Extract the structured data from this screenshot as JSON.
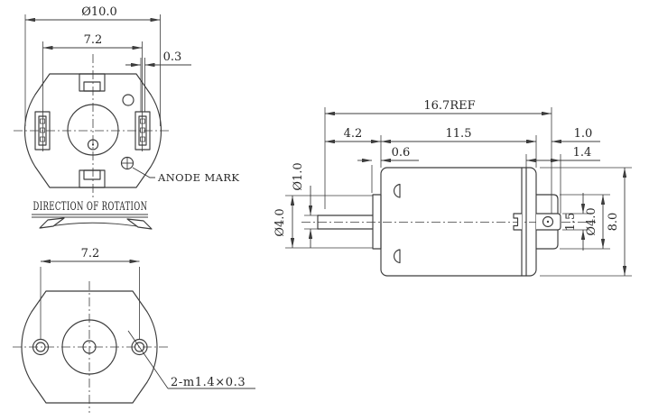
{
  "front_view": {
    "dim_overall_diameter": "Ø10.0",
    "dim_brush_span": "7.2",
    "dim_terminal_thickness": "0.3",
    "anode_mark_label": "ANODE MARK"
  },
  "rotation_note": {
    "label": "DIRECTION OF ROTATION"
  },
  "rear_view": {
    "dim_hole_span": "7.2",
    "thread_callout": "2-m1.4×0.3"
  },
  "side_view": {
    "dim_overall_length": "16.7REF",
    "dim_shaft_length": "4.2",
    "dim_body_length": "11.5",
    "dim_rear_cap": "1.0",
    "dim_front_boss_length": "0.6",
    "dim_rear_boss_length": "1.4",
    "dim_shaft_diameter": "Ø1.0",
    "dim_front_boss_diameter": "Ø4.0",
    "dim_rear_hub": "1.5",
    "dim_rear_boss_diameter": "Ø4.0",
    "dim_body_height": "8.0"
  },
  "colors": {
    "line": "#3c3c3c",
    "background": "#ffffff"
  }
}
